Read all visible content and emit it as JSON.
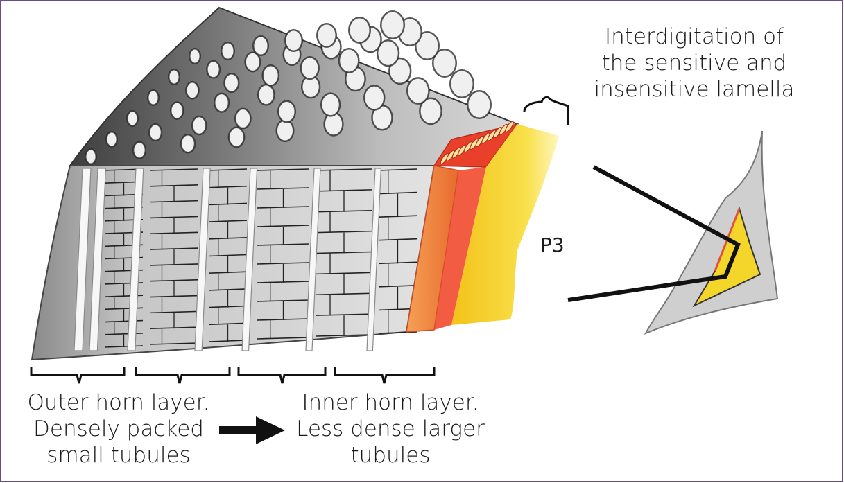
{
  "labels": {
    "interdigitation": [
      "Interdigitation of",
      "the sensitive and",
      "insensitive lamella"
    ],
    "p3": "P3",
    "outer": [
      "Outer horn layer.",
      "Densely packed",
      "small tubules"
    ],
    "inner": [
      "Inner horn layer.",
      "Less dense larger",
      "tubules"
    ]
  },
  "colors": {
    "border": "#6a4c8c",
    "horn_grey": "#c9c9c9",
    "horn_dark": "#5a5a5a",
    "lamella_red": "#e8402a",
    "lamella_orange": "#f08a3a",
    "p3_yellow": "#f6d21f",
    "ink": "#111111"
  }
}
